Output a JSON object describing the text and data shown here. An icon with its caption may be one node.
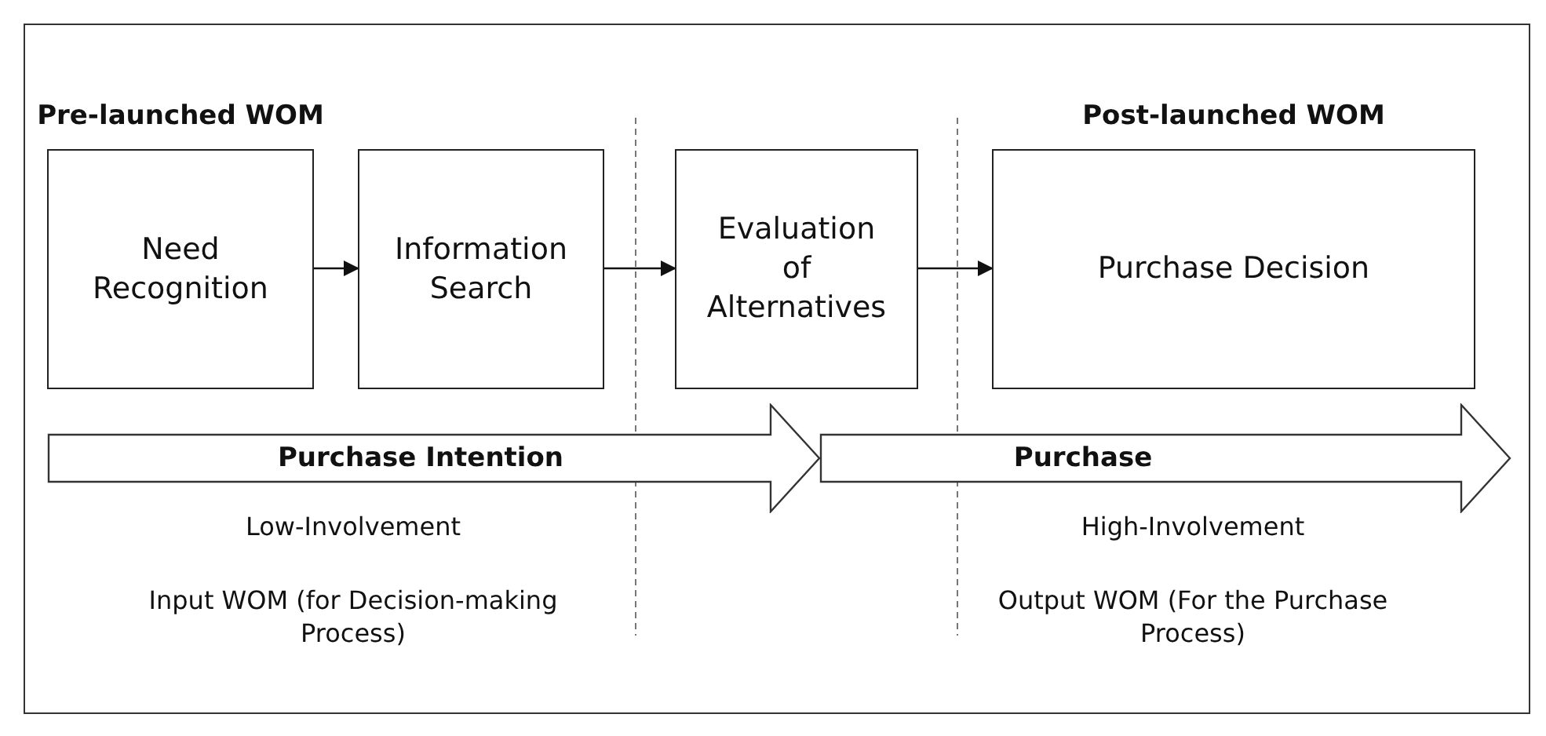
{
  "diagram": {
    "nodes": [
      {
        "text": [
          "Need Recognition"
        ]
      },
      {
        "text": [
          "Information Search"
        ]
      },
      {
        "text": [
          "Evaluation of Alternatives"
        ]
      },
      {
        "text": [
          "Purchase Decision"
        ]
      },
      {
        "text": [
          "Purchase Intention"
        ]
      },
      {
        "text": [
          "Purchase"
        ]
      }
    ],
    "edges": [
      {
        "from": 0,
        "to": 1,
        "arrow": "to"
      },
      {
        "from": 1,
        "to": 2,
        "arrow": "to"
      },
      {
        "from": 2,
        "to": 3,
        "arrow": "to"
      }
    ],
    "labels": [
      "Pre-launched WOM",
      "Post-launched WOM",
      "Low-Involvement",
      "Input WOM (for Decision-making Process)",
      "High-Involvement",
      "Output WOM (For the Purchase Process)"
    ]
  }
}
